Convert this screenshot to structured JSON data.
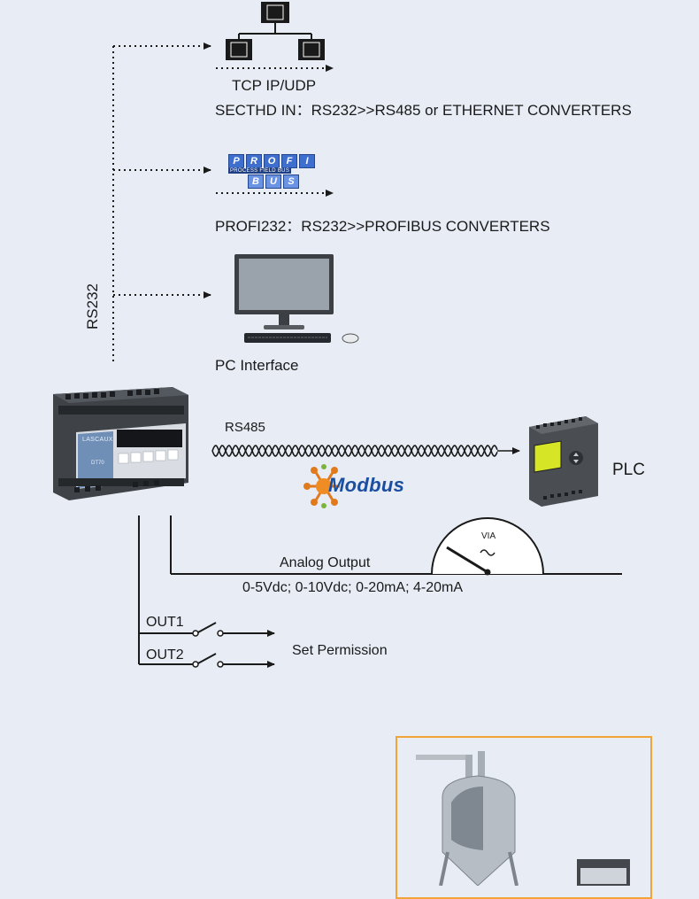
{
  "network": {
    "tcp_label": "TCP IP/UDP",
    "ethernet_caption": "SECTHD IN：RS232>>RS485 or ETHERNET CONVERTERS"
  },
  "profibus": {
    "logo_top": [
      "P",
      "R",
      "O",
      "F",
      "I"
    ],
    "logo_sub": "PROCESS FIELD BUS",
    "logo_bottom": [
      "B",
      "U",
      "S"
    ],
    "caption": "PROFI232：RS232>>PROFIBUS CONVERTERS"
  },
  "pc": {
    "caption": "PC Interface"
  },
  "rs232_label": "RS232",
  "rs485_label": "RS485",
  "plc_label": "PLC",
  "modbus_logo": "Modbus",
  "device": {
    "brand": "LASCAUX",
    "model": "DT70"
  },
  "analog": {
    "title": "Analog Output",
    "ranges": "0-5Vdc; 0-10Vdc; 0-20mA; 4-20mA",
    "meter_label": "VIA"
  },
  "outputs": {
    "out1": "OUT1",
    "out2": "OUT2",
    "caption": "Set Permission"
  },
  "colors": {
    "background": "#e7ecf5",
    "line": "#1a1a1a",
    "modbus_blue": "#1b4ea1",
    "profibus_blue": "#3e6fcf",
    "photo_border": "#f2a436"
  }
}
